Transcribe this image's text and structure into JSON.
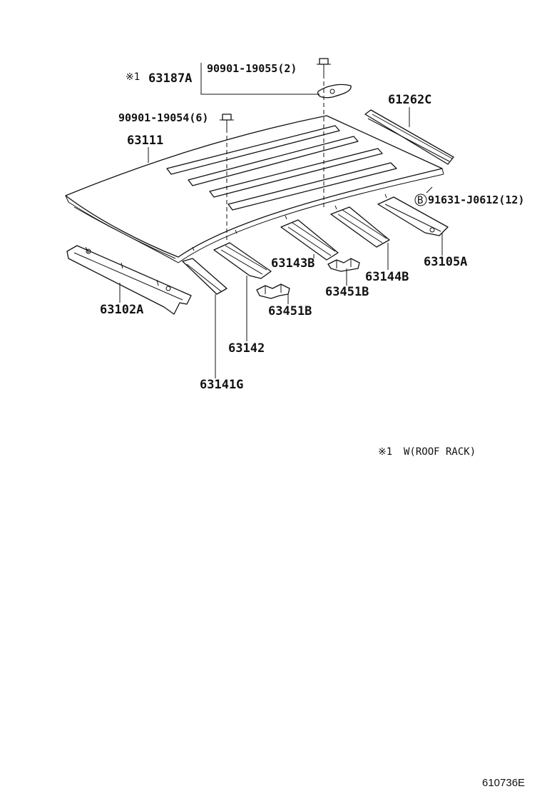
{
  "labels": {
    "p63187a": "63187A",
    "mark1": "※1",
    "bolt_2": "90901-19055(2)",
    "bolt_6": "90901-19054(6)",
    "p61262c": "61262C",
    "p63111": "63111",
    "b_mark": "B",
    "clip_12": "91631-J0612(12)",
    "p63143b": "63143B",
    "p63144b": "63144B",
    "p63105a": "63105A",
    "p63451b_right": "63451B",
    "p63451b_left": "63451B",
    "p63102a": "63102A",
    "p63142": "63142",
    "p63141g": "63141G"
  },
  "note": {
    "mark": "※1",
    "text": "W(ROOF RACK)"
  },
  "footer": {
    "code": "610736E"
  }
}
